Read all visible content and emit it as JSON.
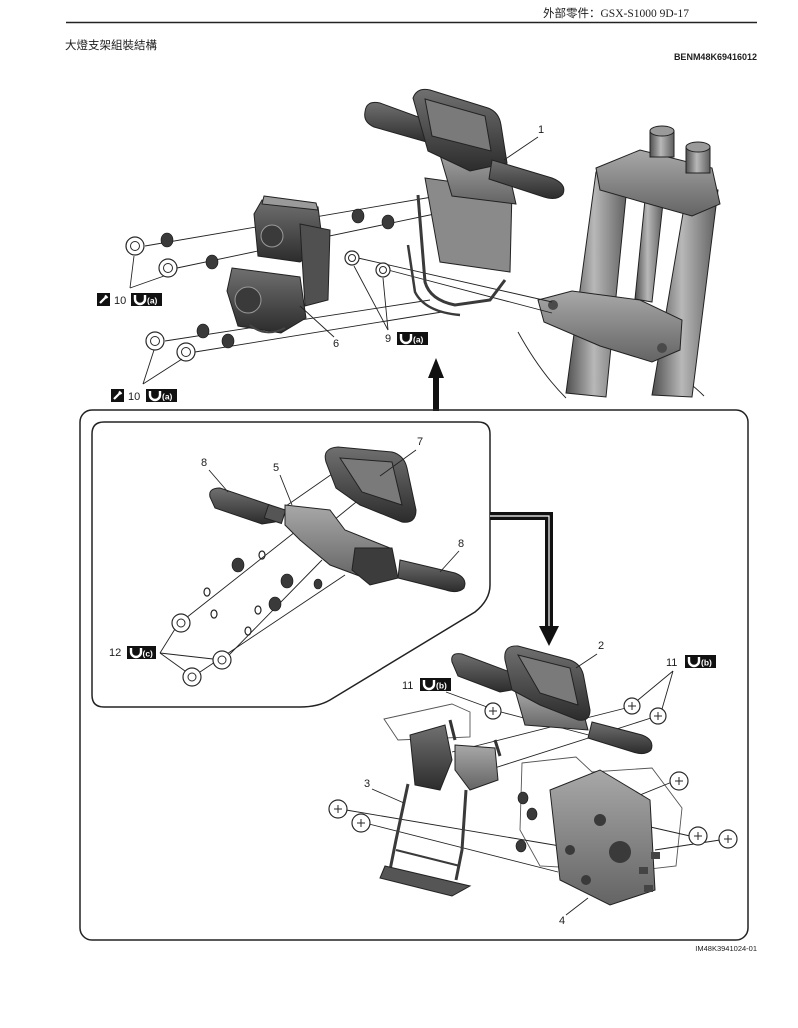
{
  "header": {
    "running_head": "外部零件：GSX-S1000 9D-17"
  },
  "page_title": "大燈支架組裝結構",
  "document_code": "BENM48K69416012",
  "figure_code": "IM48K3941024-01",
  "callouts": {
    "part_1": "1",
    "part_6": "6",
    "part_9": "9",
    "part_10_upper": "10",
    "part_10_lower": "10",
    "part_8_left": "8",
    "part_5": "5",
    "part_7": "7",
    "part_8_right": "8",
    "part_12": "12",
    "part_2": "2",
    "part_11_right": "11",
    "part_11_left": "11",
    "part_3": "3",
    "part_4": "4"
  },
  "torque_marks": {
    "a": "(a)",
    "b": "(b)",
    "c": "(c)"
  },
  "icons": {
    "torque": "torque-wrench-icon",
    "thread_lock": "thread-lock-icon",
    "direction": "arrow-icon"
  },
  "colors": {
    "ink": "#1d1d1d",
    "paper": "#ffffff",
    "part_dark": "#3c3c3c",
    "part_mid": "#7d7d7d"
  }
}
